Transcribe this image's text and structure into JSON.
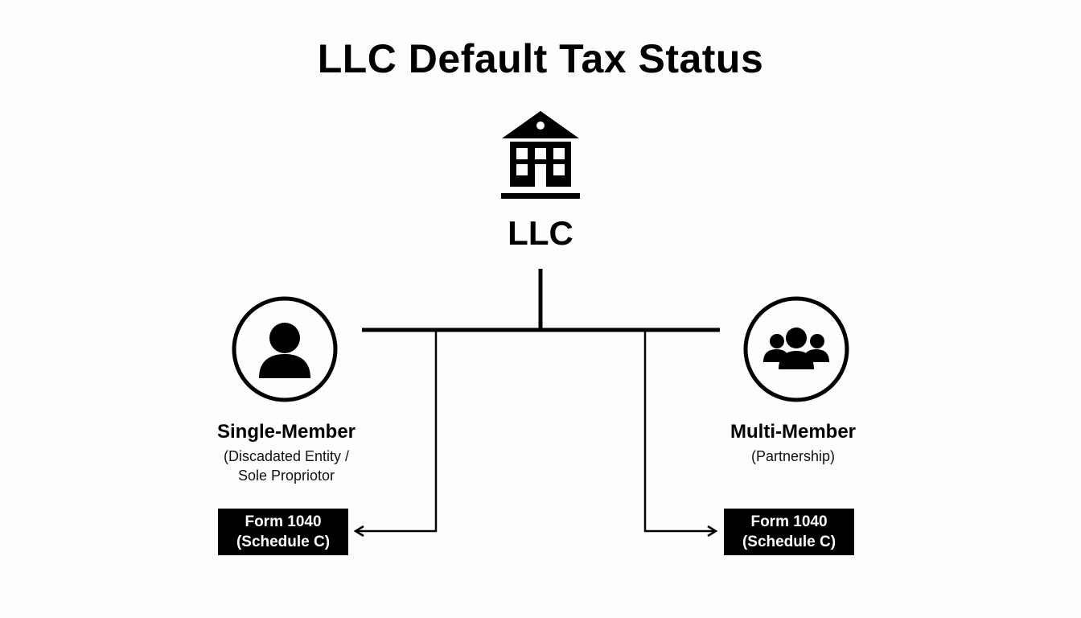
{
  "title": "LLC Default Tax Status",
  "root": {
    "label": "LLC",
    "icon": "bank-building-icon"
  },
  "branches": [
    {
      "icon": "person-icon",
      "title": "Single-Member",
      "subtitle_line1": "(Discadated Entity /",
      "subtitle_line2": "Sole Propriotor",
      "form_line1": "Form 1040",
      "form_line2": "(Schedule C)"
    },
    {
      "icon": "group-icon",
      "title": "Multi-Member",
      "subtitle_line1": "(Partnership)",
      "subtitle_line2": "",
      "form_line1": "Form 1040",
      "form_line2": "(Schedule C)"
    }
  ],
  "colors": {
    "ink": "#000000",
    "background": "#fdfdfd",
    "box_text": "#ffffff"
  }
}
